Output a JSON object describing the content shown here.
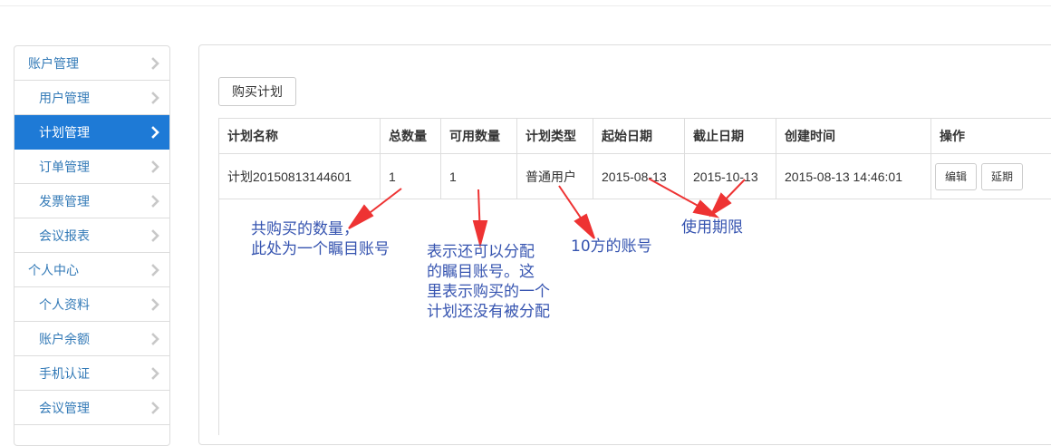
{
  "sidebar": {
    "items": [
      {
        "label": "账户管理",
        "level": "group"
      },
      {
        "label": "用户管理",
        "level": "sub"
      },
      {
        "label": "计划管理",
        "level": "sub",
        "active": true
      },
      {
        "label": "订单管理",
        "level": "sub"
      },
      {
        "label": "发票管理",
        "level": "sub"
      },
      {
        "label": "会议报表",
        "level": "sub"
      },
      {
        "label": "个人中心",
        "level": "group"
      },
      {
        "label": "个人资料",
        "level": "sub"
      },
      {
        "label": "账户余额",
        "level": "sub"
      },
      {
        "label": "手机认证",
        "level": "sub"
      },
      {
        "label": "会议管理",
        "level": "sub"
      }
    ]
  },
  "main": {
    "buy_button": "购买计划",
    "table": {
      "headers": [
        "计划名称",
        "总数量",
        "可用数量",
        "计划类型",
        "起始日期",
        "截止日期",
        "创建时间",
        "操作"
      ],
      "rows": [
        {
          "name": "计划20150813144601",
          "total": "1",
          "available": "1",
          "type": "普通用户",
          "start": "2015-08-13",
          "end": "2015-10-13",
          "created": "2015-08-13 14:46:01",
          "edit_label": "编辑",
          "extend_label": "延期"
        }
      ]
    }
  },
  "annotations": {
    "total_note_line1": "共购买的数量，",
    "total_note_line2": "此处为一个瞩目账号",
    "available_note_line1": "表示还可以分配",
    "available_note_line2": "的瞩目账号。这",
    "available_note_line3": "里表示购买的一个",
    "available_note_line4": "计划还没有被分配",
    "type_note": "10方的账号",
    "date_note": "使用期限"
  },
  "colors": {
    "active_bg": "#1e7ad6",
    "link": "#337ab7",
    "arrow": "#ee3333",
    "annotation_text": "#3654b0"
  }
}
